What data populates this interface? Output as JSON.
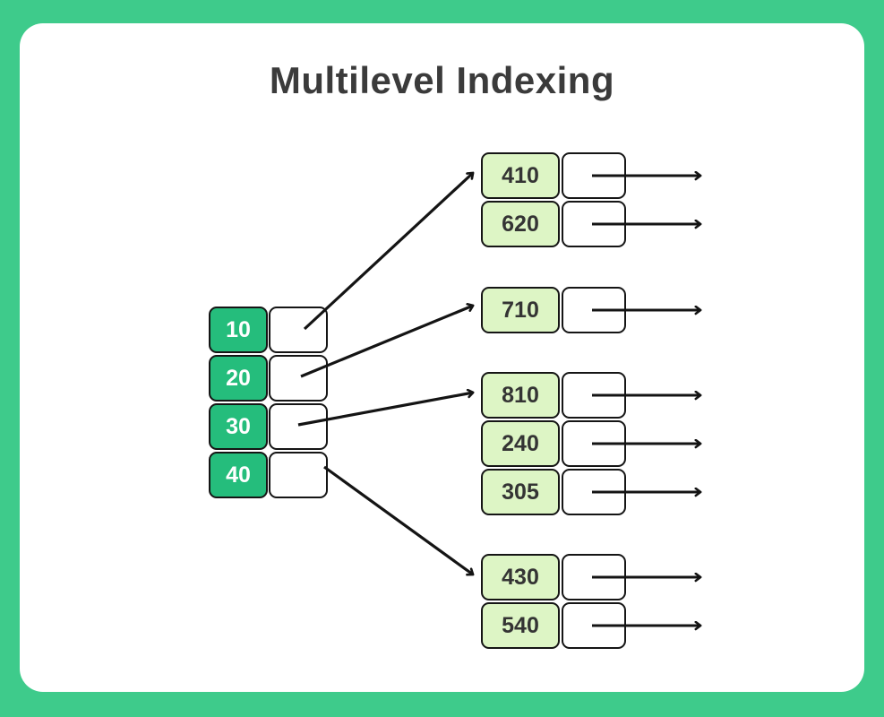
{
  "page": {
    "title": "Multilevel Indexing",
    "frame_color": "#3ecb8b",
    "card_color": "#ffffff",
    "title_color": "#3b3b3b"
  },
  "colors": {
    "outer_key_fill": "#25bd7c",
    "outer_key_text": "#ffffff",
    "inner_key_fill": "#ddf5c5",
    "inner_key_text": "#343434",
    "pointer_fill": "#ffffff",
    "border": "#151515",
    "arrow": "#141414"
  },
  "outer_index": {
    "name": "outer-index-block",
    "rows": [
      {
        "key": "10",
        "pointer": ""
      },
      {
        "key": "20",
        "pointer": ""
      },
      {
        "key": "30",
        "pointer": ""
      },
      {
        "key": "40",
        "pointer": ""
      }
    ]
  },
  "inner_blocks": [
    {
      "name": "inner-block-1",
      "rows": [
        {
          "key": "410"
        },
        {
          "key": "620"
        }
      ]
    },
    {
      "name": "inner-block-2",
      "rows": [
        {
          "key": "710"
        }
      ]
    },
    {
      "name": "inner-block-3",
      "rows": [
        {
          "key": "810"
        },
        {
          "key": "240"
        },
        {
          "key": "305"
        }
      ]
    },
    {
      "name": "inner-block-4",
      "rows": [
        {
          "key": "430"
        },
        {
          "key": "540"
        }
      ]
    }
  ],
  "icons": {
    "arrow": "arrow-right-icon",
    "connector": "connector-arrow-icon"
  }
}
